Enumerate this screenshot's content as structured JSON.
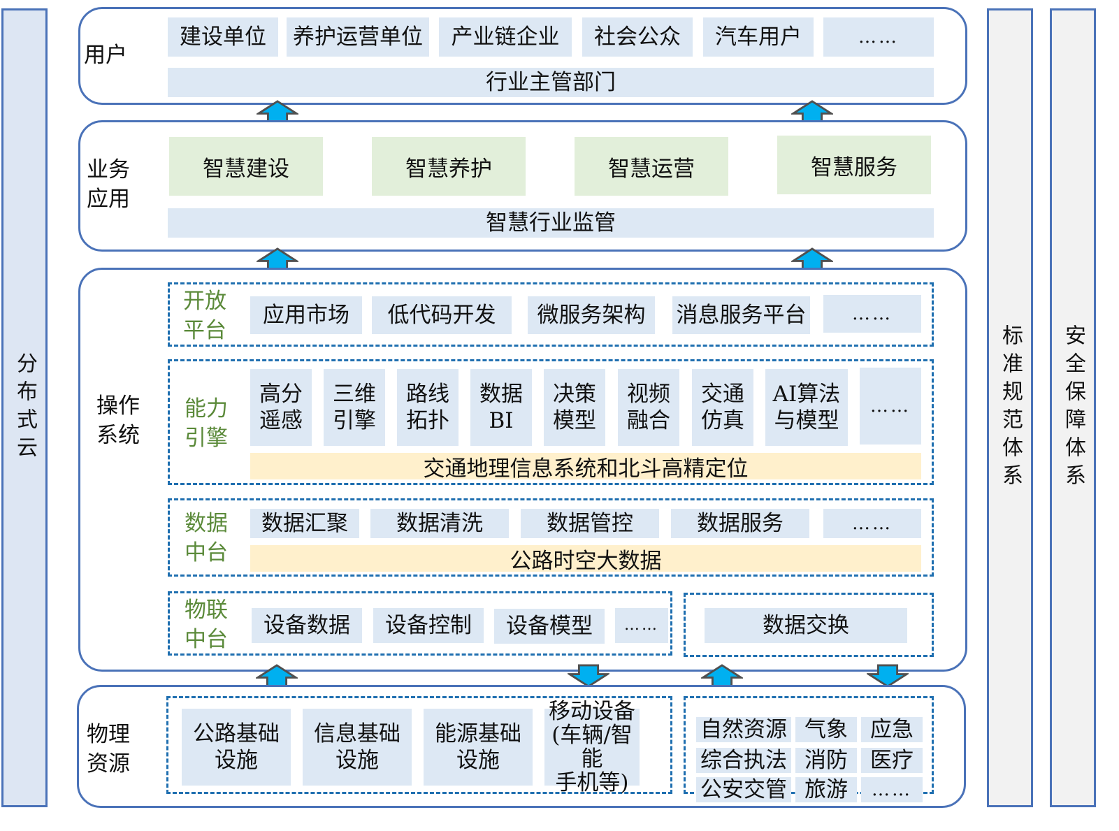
{
  "left_bar": {
    "label": "分布式云"
  },
  "right_bars": [
    {
      "label": "标准规范体系"
    },
    {
      "label": "安全保障体系"
    }
  ],
  "users": {
    "label": "用户",
    "items": [
      "建设单位",
      "养护运营单位",
      "产业链企业",
      "社会公众",
      "汽车用户",
      "……"
    ],
    "bottom": "行业主管部门"
  },
  "business": {
    "label": "业务\n应用",
    "items": [
      "智慧建设",
      "智慧养护",
      "智慧运营",
      "智慧服务"
    ],
    "bottom": "智慧行业监管"
  },
  "os": {
    "label": "操作\n系统",
    "open_platform": {
      "label": "开放\n平台",
      "items": [
        "应用市场",
        "低代码开发",
        "微服务架构",
        "消息服务平台",
        "……"
      ]
    },
    "capability_engine": {
      "label": "能力\n引擎",
      "items": [
        "高分\n遥感",
        "三维\n引擎",
        "路线\n拓扑",
        "数据\nBI",
        "决策\n模型",
        "视频\n融合",
        "交通\n仿真",
        "AI算法\n与模型",
        "……"
      ],
      "bottom": "交通地理信息系统和北斗高精定位"
    },
    "data_middle": {
      "label": "数据\n中台",
      "items": [
        "数据汇聚",
        "数据清洗",
        "数据管控",
        "数据服务",
        "……"
      ],
      "bottom": "公路时空大数据"
    },
    "iot_middle": {
      "label": "物联\n中台",
      "items": [
        "设备数据",
        "设备控制",
        "设备模型",
        "……"
      ]
    },
    "exchange": {
      "label": "数据交换"
    }
  },
  "physical": {
    "label": "物理\n资源",
    "items": [
      "公路基础\n设施",
      "信息基础\n设施",
      "能源基础\n设施",
      "移动设备\n(车辆/智能\n手机等)"
    ],
    "external": [
      [
        "自然资源",
        "气象",
        "应急"
      ],
      [
        "综合执法",
        "消防",
        "医疗"
      ],
      [
        "公安交管",
        "旅游",
        "……"
      ]
    ]
  },
  "colors": {
    "layer_border": "#4a72b8",
    "dashed_border": "#1f6fb0",
    "blue_box": "#dde8f4",
    "green_box": "#e2efda",
    "yellow_box": "#fff0cc",
    "arrow_fill": "#00b0f0",
    "arrow_stroke": "#505050",
    "green_label": "#5b8a3a"
  }
}
